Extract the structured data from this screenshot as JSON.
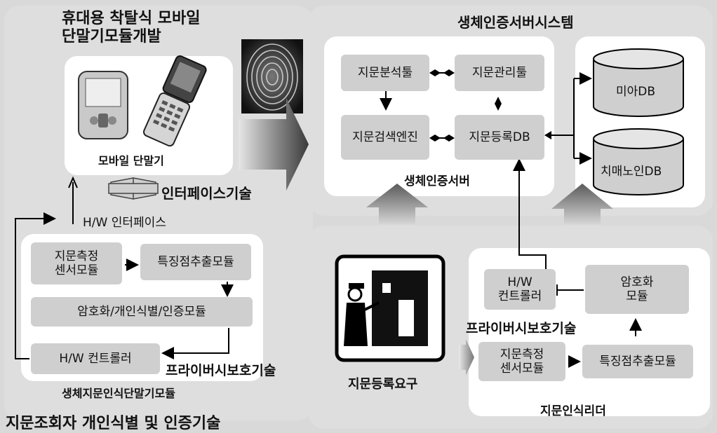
{
  "left": {
    "title": "휴대용 착탈식 모바일\n단말기모듈개발",
    "device_caption": "모바일 단말기",
    "interface_tech": "인터페이스기술",
    "hw_interface": "H/W 인터페이스",
    "fp_sensor": "지문측정\n센서모듈",
    "feature_extract": "특징점추출모듈",
    "crypto_id_auth": "암호화/개인식별/인증모듈",
    "hw_controller": "H/W 컨트롤러",
    "privacy_tech": "프라이버시보호기술",
    "module_caption": "생체지문인식단말기모듈",
    "bottom_title": "지문조회자 개인식별 및 인증기술"
  },
  "server": {
    "title": "생체인증서버시스템",
    "fp_analysis": "지문분석툴",
    "fp_manage": "지문관리툴",
    "fp_search": "지문검색엔진",
    "fp_register_db": "지문등록DB",
    "caption": "생체인증서버",
    "db_missing": "미아DB",
    "db_dementia": "치매노인DB"
  },
  "reader": {
    "request_caption": "지문등록요구",
    "hw_controller": "H/W\n컨트롤러",
    "crypto": "암호화\n모듈",
    "privacy_tech": "프라이버시보호기술",
    "fp_sensor": "지문측정\n센서모듈",
    "feature_extract": "특징점추출모듈",
    "caption": "지문인식리더"
  }
}
